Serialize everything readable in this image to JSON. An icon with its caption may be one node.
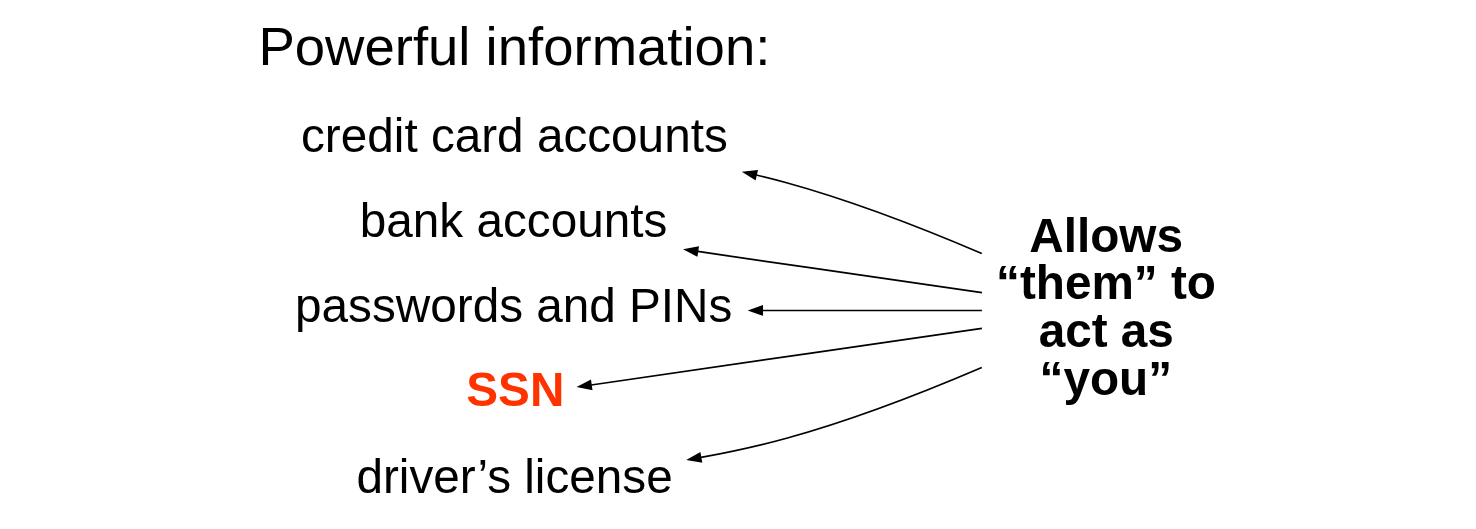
{
  "diagram": {
    "nodes": [
      {
        "text": [
          "credit card accounts"
        ]
      },
      {
        "text": [
          "bank accounts"
        ]
      },
      {
        "text": [
          "passwords and PINs"
        ]
      },
      {
        "text": [
          "SSN"
        ]
      },
      {
        "text": [
          "driver’s license"
        ]
      },
      {
        "text": [
          "Allows “them” to act as “you”"
        ]
      }
    ],
    "edges": [
      {
        "from": 5,
        "to": 0,
        "arrow": "to"
      },
      {
        "from": 5,
        "to": 1,
        "arrow": "to"
      },
      {
        "from": 5,
        "to": 2,
        "arrow": "to"
      },
      {
        "from": 5,
        "to": 3,
        "arrow": "to"
      },
      {
        "from": 5,
        "to": 4,
        "arrow": "to"
      }
    ],
    "labels": [
      "Powerful information:"
    ]
  }
}
